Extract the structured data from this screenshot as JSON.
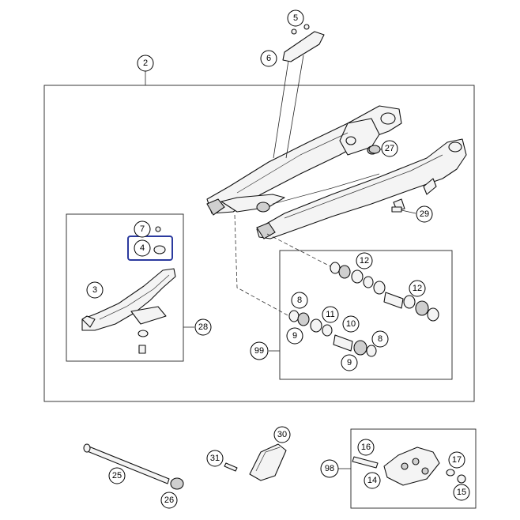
{
  "diagram": {
    "callouts": [
      {
        "id": "c5",
        "label": "5"
      },
      {
        "id": "c6",
        "label": "6"
      },
      {
        "id": "c2",
        "label": "2"
      },
      {
        "id": "c27",
        "label": "27"
      },
      {
        "id": "c29",
        "label": "29"
      },
      {
        "id": "c7",
        "label": "7"
      },
      {
        "id": "c4",
        "label": "4"
      },
      {
        "id": "c3",
        "label": "3"
      },
      {
        "id": "c28",
        "label": "28"
      },
      {
        "id": "c12a",
        "label": "12"
      },
      {
        "id": "c12b",
        "label": "12"
      },
      {
        "id": "c8a",
        "label": "8"
      },
      {
        "id": "c11",
        "label": "11"
      },
      {
        "id": "c10",
        "label": "10"
      },
      {
        "id": "c9a",
        "label": "9"
      },
      {
        "id": "c8b",
        "label": "8"
      },
      {
        "id": "c9b",
        "label": "9"
      },
      {
        "id": "c99",
        "label": "99"
      },
      {
        "id": "c30",
        "label": "30"
      },
      {
        "id": "c31",
        "label": "31"
      },
      {
        "id": "c25",
        "label": "25"
      },
      {
        "id": "c26",
        "label": "26"
      },
      {
        "id": "c16",
        "label": "16"
      },
      {
        "id": "c98",
        "label": "98"
      },
      {
        "id": "c17",
        "label": "17"
      },
      {
        "id": "c14",
        "label": "14"
      },
      {
        "id": "c15",
        "label": "15"
      }
    ],
    "highlight_color": "#2b3a9e"
  }
}
